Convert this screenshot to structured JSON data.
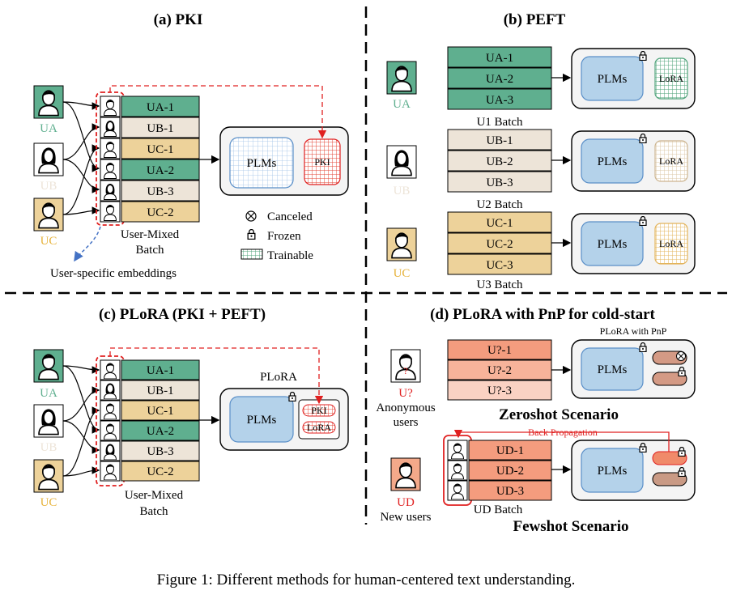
{
  "colors": {
    "ua": "#5FAF8F",
    "ub": "#EDE4D8",
    "uc": "#EDD29A",
    "unk": "#F2B39B",
    "ud": "#F4A98A",
    "plm": "#B4D2EA",
    "module": "#F7F7F7",
    "red": "#E02020",
    "blue": "#4472C4"
  },
  "panel_a": {
    "title": "(a) PKI",
    "users": [
      "UA",
      "UB",
      "UC"
    ],
    "batch_items": [
      "UA-1",
      "UB-1",
      "UC-1",
      "UA-2",
      "UB-3",
      "UC-2"
    ],
    "batch_label_1": "User-Mixed",
    "batch_label_2": "Batch",
    "plm": "PLMs",
    "pki": "PKI",
    "embeddings": "User-specific embeddings"
  },
  "legend": {
    "canceled": "Canceled",
    "frozen": "Frozen",
    "trainable": "Trainable"
  },
  "panel_b": {
    "title": "(b) PEFT",
    "groups": [
      {
        "user": "UA",
        "items": [
          "UA-1",
          "UA-2",
          "UA-3"
        ],
        "batch": "U1 Batch",
        "plm": "PLMs",
        "lora": "LoRA"
      },
      {
        "user": "UB",
        "items": [
          "UB-1",
          "UB-2",
          "UB-3"
        ],
        "batch": "U2 Batch",
        "plm": "PLMs",
        "lora": "LoRA"
      },
      {
        "user": "UC",
        "items": [
          "UC-1",
          "UC-2",
          "UC-3"
        ],
        "batch": "U3 Batch",
        "plm": "PLMs",
        "lora": "LoRA"
      }
    ]
  },
  "panel_c": {
    "title": "(c)  PLoRA (PKI + PEFT)",
    "users": [
      "UA",
      "UB",
      "UC"
    ],
    "batch_items": [
      "UA-1",
      "UB-1",
      "UC-1",
      "UA-2",
      "UB-3",
      "UC-2"
    ],
    "batch_label_1": "User-Mixed",
    "batch_label_2": "Batch",
    "plora": "PLoRA",
    "plm": "PLMs",
    "pki": "PKI",
    "lora": "LoRA"
  },
  "panel_d": {
    "title": "(d) PLoRA with PnP for cold-start",
    "plora_pnp": "PLoRA with PnP",
    "anon_user": "U?",
    "anon_1": "Anonymous",
    "anon_2": "users",
    "zero_items": [
      "U?-1",
      "U?-2",
      "U?-3"
    ],
    "zero_title": "Zeroshot Scenario",
    "new_user": "UD",
    "new_users": "New users",
    "few_items": [
      "UD-1",
      "UD-2",
      "UD-3"
    ],
    "few_batch": "UD Batch",
    "backprop": "Back Propagation",
    "few_title": "Fewshot Scenario",
    "plm_zero": "PLMs",
    "plm_few": "PLMs"
  },
  "caption": "Figure 1: Different methods for human-centered text understanding."
}
